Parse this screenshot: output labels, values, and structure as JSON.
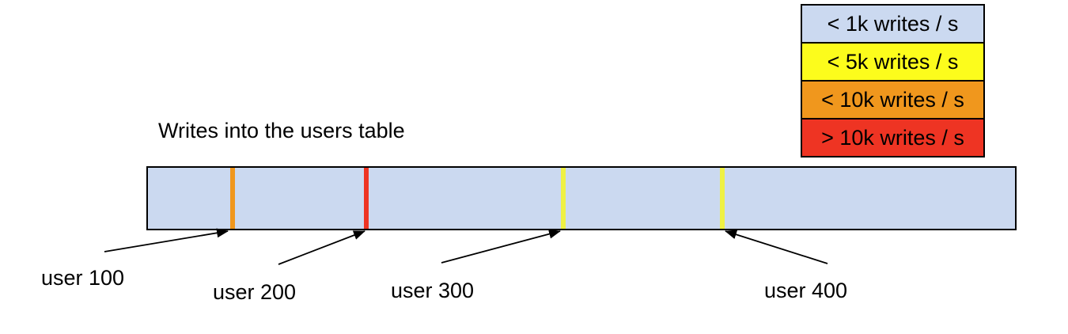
{
  "figure": {
    "title": "Writes into the users table",
    "legend": [
      {
        "label": "< 1k writes / s",
        "color": "#cbd9f0"
      },
      {
        "label": "< 5k writes / s",
        "color": "#fcfc1c"
      },
      {
        "label": "< 10k writes / s",
        "color": "#f0971d"
      },
      {
        "label": "> 10k writes / s",
        "color": "#ee3423"
      }
    ],
    "table_bar": {
      "fill_color": "#cbd9f0",
      "fill_meaning": "< 1k writes / s"
    },
    "hotspots": [
      {
        "label": "user 100",
        "stripe_color": "#f0971d",
        "rate_band": "< 10k writes / s"
      },
      {
        "label": "user 200",
        "stripe_color": "#ee3423",
        "rate_band": "> 10k writes / s"
      },
      {
        "label": "user 300",
        "stripe_color": "#eff144",
        "rate_band": "< 5k writes / s"
      },
      {
        "label": "user 400",
        "stripe_color": "#eff144",
        "rate_band": "< 5k writes / s"
      }
    ]
  }
}
